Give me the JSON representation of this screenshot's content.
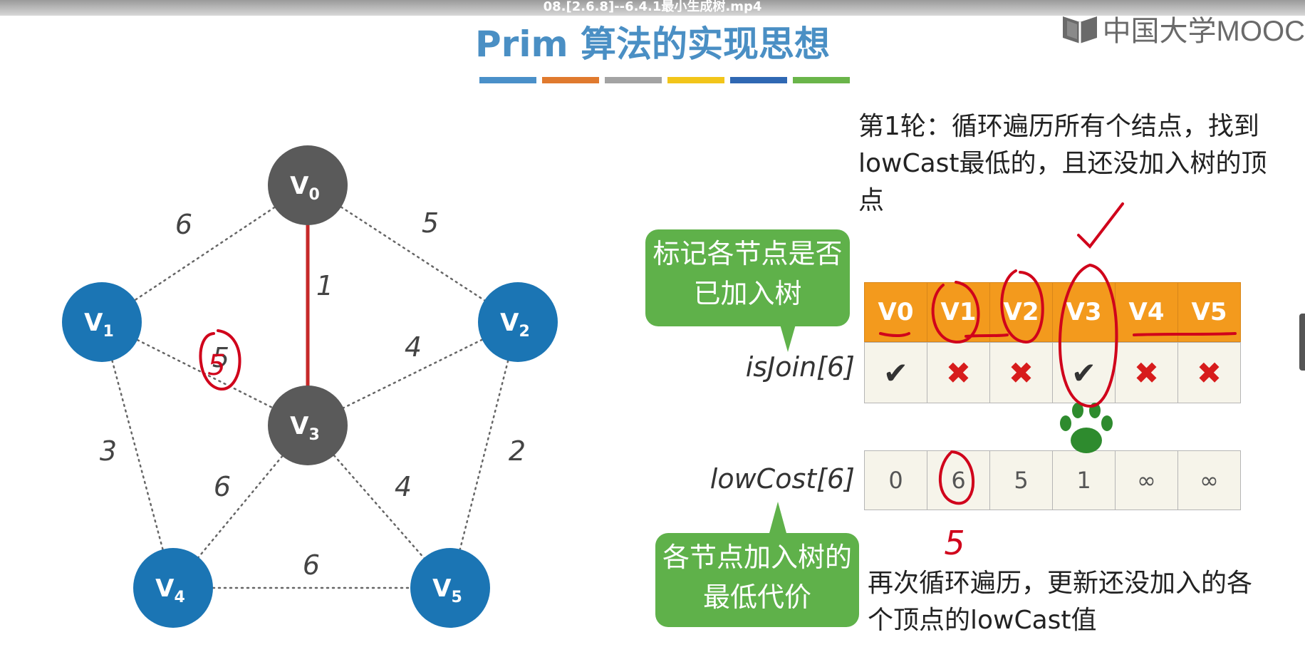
{
  "video_title": "08.[2.6.8]--6.4.1最小生成树.mp4",
  "page_title": "Prim 算法的实现思想",
  "brand": {
    "name": "中国大学MOOC",
    "icon": "mooc-logo-icon"
  },
  "title_bar_colors": [
    "#4a90c9",
    "#e07a2e",
    "#a3a3a3",
    "#f2c51a",
    "#2f68b3",
    "#6ab54a"
  ],
  "graph": {
    "vertices": [
      {
        "label": "V",
        "sub": "0",
        "color": "#5a5a5a"
      },
      {
        "label": "V",
        "sub": "1",
        "color": "#1b75b4"
      },
      {
        "label": "V",
        "sub": "2",
        "color": "#1b75b4"
      },
      {
        "label": "V",
        "sub": "3",
        "color": "#5a5a5a"
      },
      {
        "label": "V",
        "sub": "4",
        "color": "#1b75b4"
      },
      {
        "label": "V",
        "sub": "5",
        "color": "#1b75b4"
      }
    ],
    "edges": [
      {
        "from": 0,
        "to": 1,
        "weight": "6",
        "selected": false
      },
      {
        "from": 0,
        "to": 2,
        "weight": "5",
        "selected": false
      },
      {
        "from": 0,
        "to": 3,
        "weight": "1",
        "selected": true
      },
      {
        "from": 1,
        "to": 3,
        "weight": "5",
        "selected": false
      },
      {
        "from": 2,
        "to": 3,
        "weight": "4",
        "selected": false
      },
      {
        "from": 1,
        "to": 4,
        "weight": "3",
        "selected": false
      },
      {
        "from": 2,
        "to": 5,
        "weight": "2",
        "selected": false
      },
      {
        "from": 3,
        "to": 4,
        "weight": "6",
        "selected": false
      },
      {
        "from": 3,
        "to": 5,
        "weight": "4",
        "selected": false
      },
      {
        "from": 4,
        "to": 5,
        "weight": "6",
        "selected": false
      }
    ]
  },
  "notes": {
    "round": "第1轮：循环遍历所有个结点，找到lowCast最低的，且还没加入树的顶点",
    "bottom": "再次循环遍历，更新还没加入的各个顶点的lowCast值"
  },
  "callouts": {
    "mark": "标记各节点是否已加入树",
    "cost": "各节点加入树的最低代价"
  },
  "arrays": {
    "headers": [
      "V0",
      "V1",
      "V2",
      "V3",
      "V4",
      "V5"
    ],
    "isJoin_label": "isJoin[6]",
    "isJoin": [
      "✔",
      "✖",
      "✖",
      "✔",
      "✖",
      "✖"
    ],
    "lowCost_label": "lowCost[6]",
    "lowCost": [
      "0",
      "6",
      "5",
      "1",
      "∞",
      "∞"
    ]
  },
  "handwriting": {
    "edge_note": "5",
    "cost_note": "5"
  },
  "accent_colors": {
    "paw": "#2e8b2e",
    "selected_edge": "#c62828",
    "ink": "#d0021b"
  }
}
